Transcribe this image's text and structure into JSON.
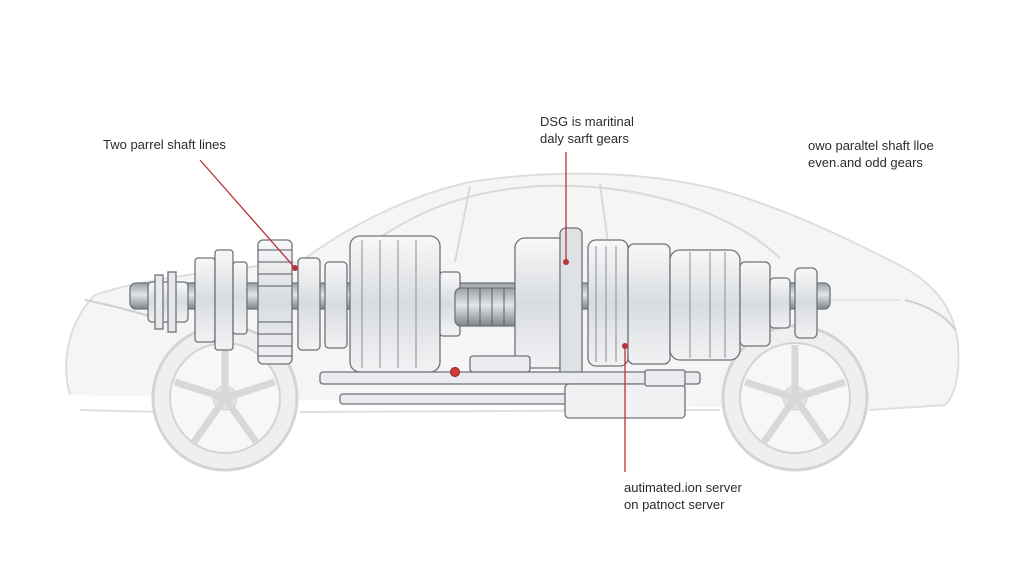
{
  "callouts": {
    "left": {
      "line1": "Two parrel shaft lines"
    },
    "top": {
      "line1": "DSG is maritinal",
      "line2": "daly sarft gears"
    },
    "right": {
      "line1": "owo paraltel shaft lloe",
      "line2": "even.and odd gears"
    },
    "bottom": {
      "line1": "autimated.ion server",
      "line2": "on patnoct server"
    }
  },
  "colors": {
    "leader": "#b8323a",
    "body_outline": "#d6d6d6",
    "gear_stroke": "#6f7378",
    "gear_fill": "#eef0f2",
    "text": "#2b2b2b"
  },
  "icons": {
    "sensor": "red-dot"
  }
}
